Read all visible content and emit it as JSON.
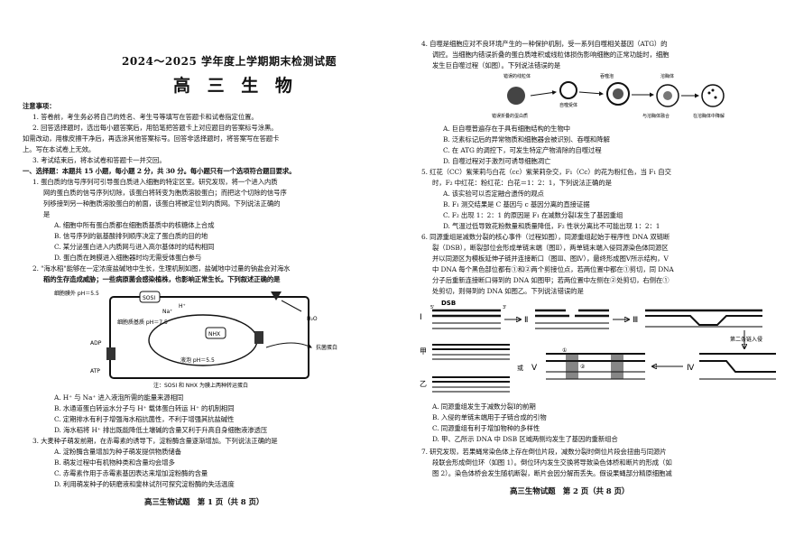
{
  "left": {
    "year_title": "2024～2025 学年度上学期期末检测试题",
    "subject_title": "高 三 生 物",
    "notes_heading": "注意事项：",
    "notes": [
      "1. 答卷前，考生务必将自己的姓名、考生号等填写在答题卡和试卷指定位置。",
      "2. 回答选择题时，选出每小题答案后，用铅笔把答题卡上对应题目的答案标号涂黑。",
      "如需改动，用橡皮擦干净后，再选涂其他答案标号。回答非选择题时，将答案写在答题卡",
      "上。写在本试卷上无效。",
      "3. 考试结束后，将本试卷和答题卡一并交回。"
    ],
    "section1": "一、选择题：本题共 15 小题，每小题 2 分，共 30 分。每小题只有一个选项符合题目要求。",
    "q1": [
      "1. 蛋白质的信号序列可引导蛋白质进入细胞的特定区室。研究发现，将一个进入内质",
      "网的蛋白质的信号序列切除，该蛋白将转变为胞质溶胶蛋白；而把这个切除的信号序",
      "列移接到另一种胞质溶胶蛋白的前面，该蛋白将被定位到内质网。下列说法正确的",
      "是"
    ],
    "q1_options": [
      "A. 细胞中所有蛋白质都在细胞质基质中的核糖体上合成",
      "B. 信号序列的氨基酸排列顺序决定了蛋白质的目的地",
      "C. 某分泌蛋白进入内质网与进入高尔基体时的结构相同",
      "D. 蛋白质在跨膜进入细胞器时均无需受体蛋白参与"
    ],
    "q2": [
      "2. \"海水稻\"能够在一定浓度盐碱地中生长，生理机制如图，盐碱地中过量的钠盐会对海水",
      "稻的生存造成威胁；一些病原菌会感染植株，也影响正常生长。下列叙述正确的是"
    ],
    "q2_figure": {
      "membrane_ph": "细胞膜外 pH＝5.5",
      "cytosol_ph": "细胞质基质 pH＝7.5",
      "vacuole_ph": "液泡 pH＝5.5",
      "sosi": "SOSI",
      "nhx": "NHX",
      "adp": "ADP",
      "atp": "ATP",
      "h2o": "H₂O",
      "na": "Na⁺",
      "h": "H⁺",
      "antibacterial": "抗菌蛋白",
      "caption": "注：SOSI 和 NHX 为膜上两种转运蛋白"
    },
    "q2_options": [
      "A. H⁺ 与 Na⁺ 进入液泡所需的能量来源相同",
      "B. 水通道蛋白转运水分子与 H⁺ 载体蛋白转运 H⁺ 的机制相同",
      "C. 定期排水有利于增强海水稻抗菌性，不利于增强其抗盐碱性",
      "D. 海水稻将 H⁺ 排出既能降低土壤碱的含量又利于升高自身细胞液渗透压"
    ],
    "q3": "3. 大麦种子萌发前期，在赤霉素的诱导下，淀粉酶含量逐渐增加。下列说法正确的是",
    "q3_options": [
      "A. 淀粉酶含量增加为种子萌发提供物质储备",
      "B. 萌发过程中有机物种类和含量均会增多",
      "C. 赤霉素作用于赤霉素基因表达来增加淀粉酶的含量",
      "D. 利用萌发种子的研磨液和斐林试剂可探究淀粉酶的失活温度"
    ],
    "footer": "高三生物试题　第 1 页（共 8 页）"
  },
  "right": {
    "q4": [
      "4. 自噬是细胞应对不良环境产生的一种保护机制，受一系列自噬相关基因（ATG）的",
      "调控。当细胞内错误折叠的蛋白质堆积或线粒体损伤影响细胞的正常功能时，细胞",
      "发生巨自噬过程（如图）。下列说法错误的是"
    ],
    "q4_figure": {
      "label1": "错误的线粒体",
      "label2": "吞噬泡",
      "label3": "自噬受体",
      "label4": "溶酶体",
      "label5": "错误折叠的蛋白质",
      "label6": "与溶酶体融合",
      "label7": "在溶酶体中降解"
    },
    "q4_options": [
      "A. 巨自噬普遍存在于具有细胞结构的生物中",
      "B. 泛素标记后的异常物质和细胞器会被识别、吞噬和降解",
      "C. 在 ATG 的调控下，可发生特定产物清除的自噬过程",
      "D. 自噬过程对于激烈可诱导细胞凋亡"
    ],
    "q5": [
      "5. 红花（CC）紫茉莉与白花（cc）紫茉莉杂交，F₁（Cc）的花为粉红色，当 F₁ 自交",
      "时，F₂ 中红花：粉红花：白花＝1：2：1，下列说法正确的是"
    ],
    "q5_options": [
      "A. 该实验可以否定融合遗传的观点",
      "B. F₁ 测交结果是 C 基因与 c 基因分离的直接证据",
      "C. F₂ 出现 1：2：1 的原因是 F₁ 在减数分裂Ⅰ发生了基因重组",
      "D. 气温过低导致花粉数量和质量降低，F₂ 性状分离比不可能出现 1：2：1"
    ],
    "q6": [
      "6. 同源重组是减数分裂的核心事件（过程如图），同源重组起始于程序性 DNA 双链断",
      "裂（DSB），断裂部位会形成单链末端（图Ⅱ），两单链末端入侵同源染色体同源区",
      "并以同源区为模板延伸子链并连接断口（图Ⅲ、图Ⅳ），最终形成图Ⅴ所示结构，Ⅴ",
      "中 DNA 每个黑色部位都有①和②两个剪接位点，若两位置中都在①剪切，同 DNA",
      "分子后重新连接断口得到的 DNA 如图甲；若两位置中左侧在②处剪切，右侧在①",
      "处剪切，则得到的 DNA 如图乙。下列说法错误的是"
    ],
    "q6_figure": {
      "dsb": "DSB",
      "r1": "Ⅰ",
      "r2": "Ⅱ",
      "r3": "Ⅲ",
      "r4": "Ⅳ",
      "r5": "Ⅴ",
      "jia": "甲",
      "yi": "乙",
      "huo": "或",
      "strand2": "第二条链入侵",
      "p5": "5'",
      "p3": "3'",
      "c1": "①",
      "c2": "②"
    },
    "q6_options": [
      "A. 同源重组发生于减数分裂Ⅰ的前期",
      "B. 入侵的单链末端用于子链合成的引物",
      "C. 同源重组有利于增加物种的多样性",
      "D. 甲、乙所示 DNA 中 DSB 区域两侧均发生了基因的重新组合"
    ],
    "q7": [
      "7. 研究发现，若果蝇常染色体上存在倒位片段，减数分裂时倒位片段会扭曲与同源片",
      "段联会形成倒位环（如图 1）。倒位环内发生交换将导致染色体桥和断片的形成（如",
      "图 2）。染色体桥会发生随机断裂，断片会因分解而丢失。假设果蝇部分精原细胞减"
    ],
    "footer": "高三生物试题　第 2 页（共 8 页）"
  }
}
